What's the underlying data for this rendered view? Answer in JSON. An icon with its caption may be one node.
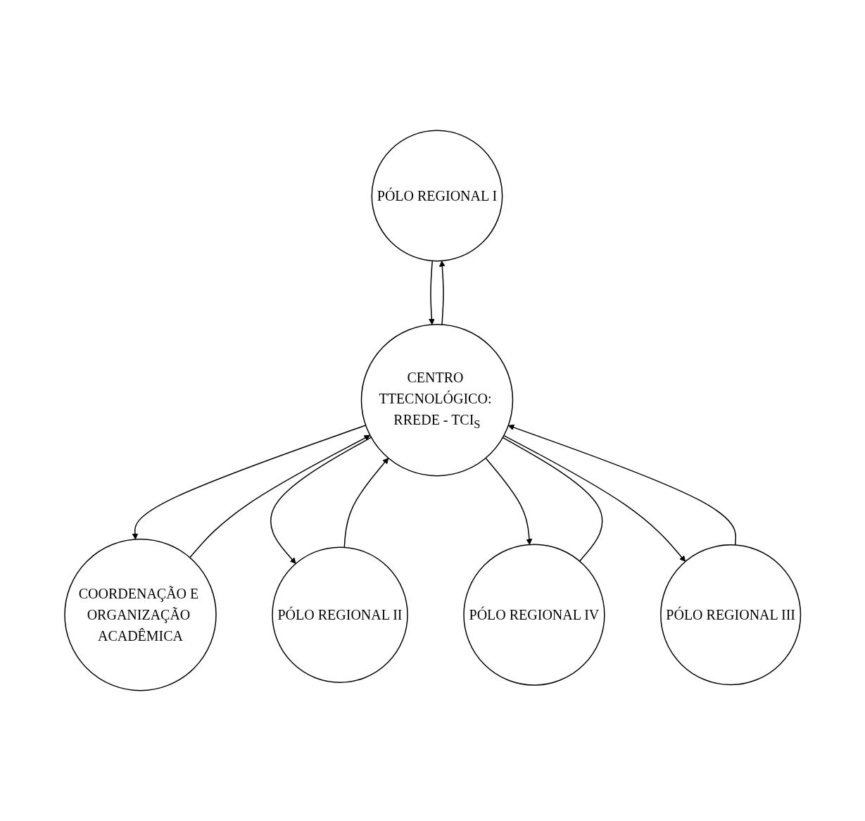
{
  "diagram": {
    "nodes": [
      {
        "text": [
          "PÓLO REGIONAL I"
        ]
      },
      {
        "text": [
          "COORDENAÇÃO E ORGANIZAÇÃO ACADÊMICA"
        ]
      },
      {
        "text": [
          "CENTRO TTECNOLÓGICO: RREDE - TCI$_{S}$"
        ]
      },
      {
        "text": [
          "PÓLO REGIONAL II"
        ]
      },
      {
        "text": [
          "PÓLO REGIONAL IV"
        ]
      },
      {
        "text": [
          "PÓLO REGIONAL III"
        ]
      }
    ],
    "edges": [
      {
        "from": 0,
        "to": 2,
        "arrow": "to"
      },
      {
        "from": 2,
        "to": 0,
        "arrow": "to"
      },
      {
        "from": 1,
        "to": 2,
        "arrow": "to"
      },
      {
        "from": 2,
        "to": 1,
        "arrow": "to"
      },
      {
        "from": 3,
        "to": 2,
        "arrow": "to"
      },
      {
        "from": 2,
        "to": 3,
        "arrow": "to"
      },
      {
        "from": 2,
        "to": 4,
        "arrow": "to"
      },
      {
        "from": 2,
        "to": 4,
        "arrow": "none"
      },
      {
        "from": 2,
        "to": 5,
        "arrow": "to"
      },
      {
        "from": 5,
        "to": 2,
        "arrow": "to"
      }
    ]
  }
}
